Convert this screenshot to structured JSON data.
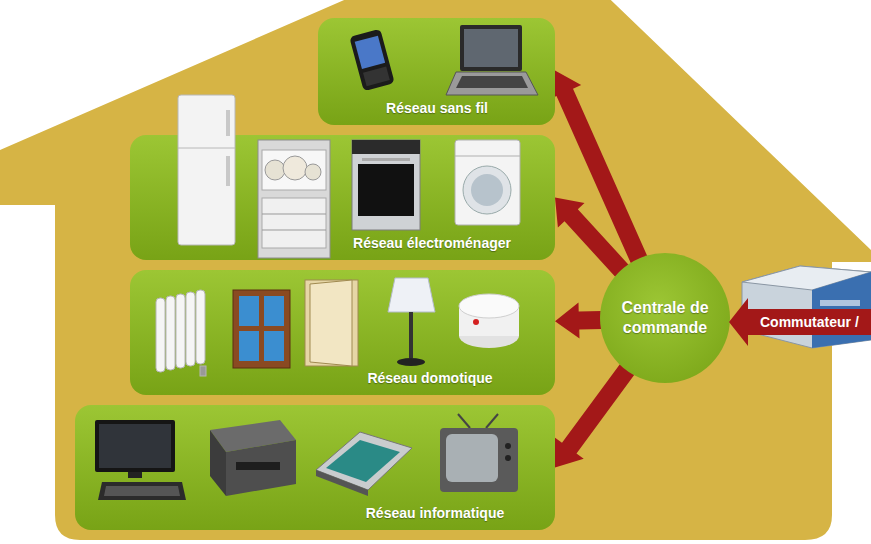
{
  "diagram": {
    "nodes": [
      {
        "text": [
          "Réseau sans fil"
        ]
      },
      {
        "text": [
          "Réseau électroménager"
        ]
      },
      {
        "text": [
          "Réseau domotique"
        ]
      },
      {
        "text": [
          "Réseau informatique"
        ]
      },
      {
        "text": [
          "Centrale de commande"
        ]
      }
    ],
    "edges": [
      {
        "from": 4,
        "to": 0,
        "arrow": "to"
      },
      {
        "from": 4,
        "to": 1,
        "arrow": "to"
      },
      {
        "from": 4,
        "to": 2,
        "arrow": "to"
      },
      {
        "from": 4,
        "to": 3,
        "arrow": "to"
      }
    ],
    "labels": [
      "Commutateur /"
    ]
  }
}
